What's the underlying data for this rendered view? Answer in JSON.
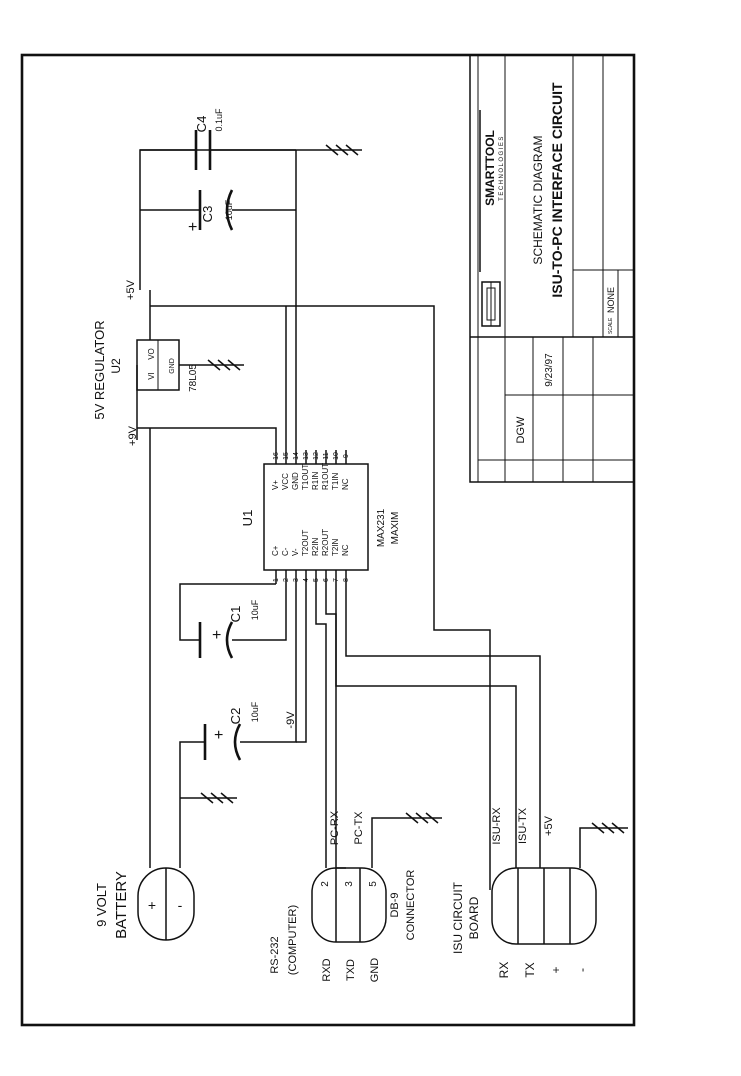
{
  "title_block": {
    "company_name": "SMARTTOOL",
    "company_sub": "TECHNOLOGIES",
    "doc_type": "SCHEMATIC DIAGRAM",
    "doc_title": "ISU-TO-PC INTERFACE CIRCUIT",
    "drawn_by": "DGW",
    "date": "9/23/97",
    "scale_label": "SCALE",
    "scale_value": "NONE"
  },
  "components": {
    "u1": {
      "ref": "U1",
      "part": "MAX231",
      "maker": "MAXIM",
      "left_pins": [
        "C+",
        "C-",
        "V-",
        "T2OUT",
        "R2IN",
        "R2OUT",
        "T2IN",
        "NC"
      ],
      "left_nums": [
        "1",
        "2",
        "3",
        "4",
        "5",
        "6",
        "7",
        "8"
      ],
      "right_pins": [
        "V+",
        "VCC",
        "GND",
        "T1OUT",
        "R1IN",
        "R1OUT",
        "T1IN",
        "NC"
      ],
      "right_nums": [
        "16",
        "15",
        "14",
        "13",
        "12",
        "11",
        "10",
        "9"
      ]
    },
    "u2": {
      "title": "5V REGULATOR",
      "ref": "U2",
      "part": "78L05",
      "pin_in": "VI",
      "pin_out": "VO",
      "pin_gnd": "GND"
    },
    "c1": {
      "ref": "C1",
      "value": "10uF"
    },
    "c2": {
      "ref": "C2",
      "value": "10uF"
    },
    "c3": {
      "ref": "C3",
      "value": "10uF"
    },
    "c4": {
      "ref": "C4",
      "value": "0.1uF"
    }
  },
  "net_labels": {
    "p9v": "+9V",
    "p5v": "+5V",
    "m9v": "-9V"
  },
  "battery": {
    "line1": "9 VOLT",
    "line2": "BATTERY",
    "plus": "+",
    "minus": "-"
  },
  "db9": {
    "hdr1": "RS-232",
    "hdr2": "(COMPUTER)",
    "conn1": "DB-9",
    "conn2": "CONNECTOR",
    "pins": [
      {
        "num": "2",
        "sig": "RXD",
        "wire": "PC-RX"
      },
      {
        "num": "3",
        "sig": "TXD",
        "wire": "PC-TX"
      },
      {
        "num": "5",
        "sig": "GND",
        "wire": ""
      }
    ]
  },
  "isu": {
    "line1": "ISU CIRCUIT",
    "line2": "BOARD",
    "pins": [
      {
        "sig": "RX",
        "wire": "ISU-RX"
      },
      {
        "sig": "TX",
        "wire": "ISU-TX"
      },
      {
        "sig": "+",
        "wire": "+5V"
      },
      {
        "sig": "-",
        "wire": ""
      }
    ]
  },
  "colors": {
    "ink": "#111111",
    "paper": "#ffffff"
  }
}
